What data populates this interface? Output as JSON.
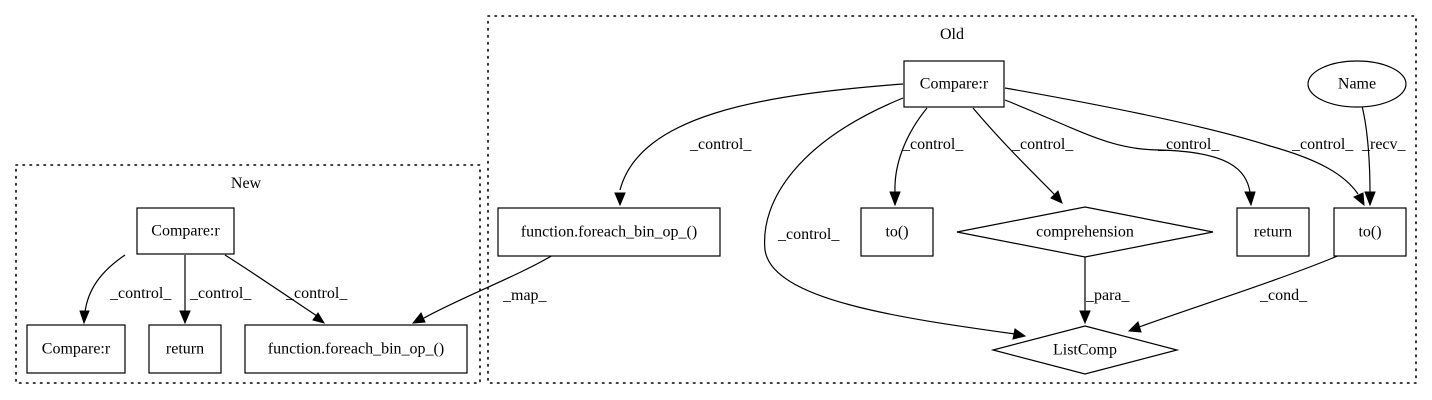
{
  "clusters": {
    "new": {
      "title": "New"
    },
    "old": {
      "title": "Old"
    }
  },
  "nodes": {
    "new_compare_r": {
      "label": "Compare:r",
      "shape": "box"
    },
    "new_compare_r_child": {
      "label": "Compare:r",
      "shape": "box"
    },
    "new_return": {
      "label": "return",
      "shape": "box"
    },
    "new_foreach": {
      "label": "function.foreach_bin_op_()",
      "shape": "box"
    },
    "old_compare_r": {
      "label": "Compare:r",
      "shape": "box"
    },
    "old_name": {
      "label": "Name",
      "shape": "ellipse"
    },
    "old_foreach": {
      "label": "function.foreach_bin_op_()",
      "shape": "box"
    },
    "old_to_1": {
      "label": "to()",
      "shape": "box"
    },
    "old_comprehension": {
      "label": "comprehension",
      "shape": "diamond"
    },
    "old_return": {
      "label": "return",
      "shape": "box"
    },
    "old_to_2": {
      "label": "to()",
      "shape": "box"
    },
    "old_listcomp": {
      "label": "ListComp",
      "shape": "diamond"
    }
  },
  "edges": {
    "e1": {
      "from": "new_compare_r",
      "to": "new_compare_r_child",
      "label": "_control_"
    },
    "e2": {
      "from": "new_compare_r",
      "to": "new_return",
      "label": "_control_"
    },
    "e3": {
      "from": "new_compare_r",
      "to": "new_foreach",
      "label": "_control_"
    },
    "e4": {
      "from": "old_foreach",
      "to": "new_foreach",
      "label": "_map_"
    },
    "e5": {
      "from": "old_compare_r",
      "to": "old_foreach",
      "label": "_control_"
    },
    "e6": {
      "from": "old_compare_r",
      "to": "old_listcomp",
      "label": "_control_"
    },
    "e7": {
      "from": "old_compare_r",
      "to": "old_to_1",
      "label": "_control_"
    },
    "e8": {
      "from": "old_compare_r",
      "to": "old_comprehension",
      "label": "_control_"
    },
    "e9": {
      "from": "old_compare_r",
      "to": "old_return",
      "label": "_control_"
    },
    "e10": {
      "from": "old_compare_r",
      "to": "old_to_2",
      "label": "_control_"
    },
    "e11": {
      "from": "old_name",
      "to": "old_to_2",
      "label": "_recv_"
    },
    "e12": {
      "from": "old_comprehension",
      "to": "old_listcomp",
      "label": "_para_"
    },
    "e13": {
      "from": "old_to_2",
      "to": "old_listcomp",
      "label": "_cond_"
    }
  }
}
